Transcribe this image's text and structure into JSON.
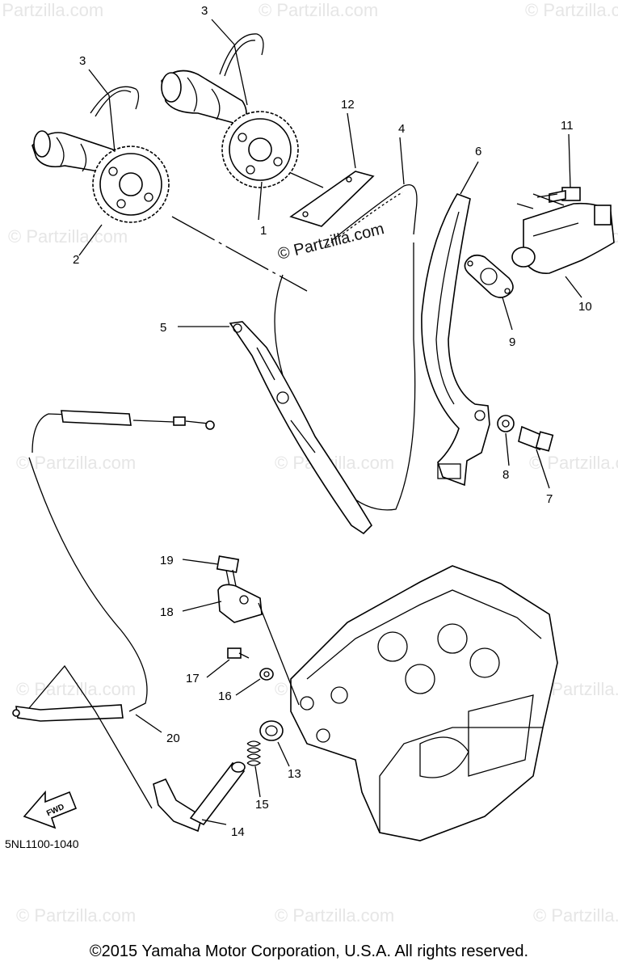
{
  "watermark": {
    "text": "© Partzilla.com",
    "center_text": "© Partzilla.com"
  },
  "callouts": [
    "1",
    "2",
    "3",
    "3",
    "4",
    "5",
    "6",
    "7",
    "8",
    "9",
    "10",
    "11",
    "12",
    "13",
    "14",
    "15",
    "16",
    "17",
    "18",
    "19",
    "20"
  ],
  "fwd_label": "FWD",
  "diagram_code": "5NL1100-1040",
  "copyright": "©2015  Yamaha Motor Corporation, U.S.A. All rights reserved."
}
